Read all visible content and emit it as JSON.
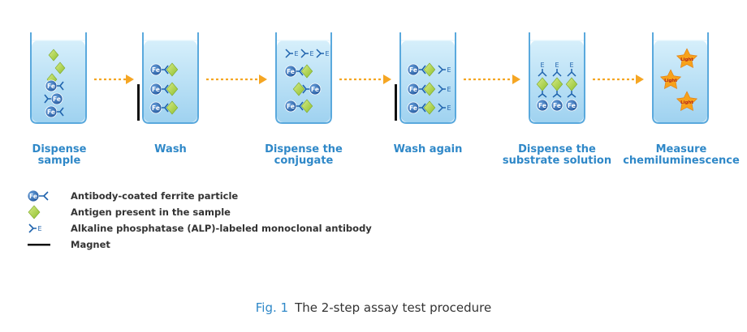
{
  "steps": [
    {
      "label": "Dispense\nsample"
    },
    {
      "label": "Wash"
    },
    {
      "label": "Dispense the\nconjugate"
    },
    {
      "label": "Wash again"
    },
    {
      "label": "Dispense the\nsubstrate solution"
    },
    {
      "label": "Measure\nchemiluminescence"
    }
  ],
  "icon_text": {
    "fe": "Fe",
    "enzyme": "E",
    "light": "Light"
  },
  "legend": [
    {
      "text": "Antibody-coated ferrite particle",
      "icon": "ferrite-particle-icon"
    },
    {
      "text": "Antigen present in the sample",
      "icon": "antigen-icon"
    },
    {
      "text": "Alkaline phosphatase (ALP)-labeled monoclonal antibody",
      "icon": "alp-antibody-icon"
    },
    {
      "text": "Magnet",
      "icon": "magnet-icon"
    }
  ],
  "caption": {
    "fig": "Fig. 1",
    "text": "The 2-step assay test procedure"
  },
  "colors": {
    "accent": "#2f88c8",
    "arrow": "#f5a623",
    "liquid": "#bfe4f7",
    "container": "#5aa9dd",
    "antigen": "#a6cf3c",
    "ferrite": "#1f63ad",
    "star": "#f7a21b"
  }
}
